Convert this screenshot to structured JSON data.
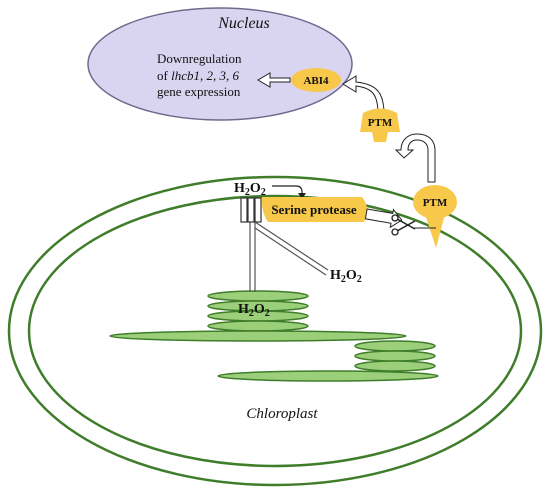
{
  "nucleus": {
    "title": "Nucleus",
    "text_line1": "Downregulation",
    "text_line2_prefix": "of ",
    "text_line2_genes": "lhcb1",
    "text_line2_sep1": ", ",
    "text_line2_n2": "2",
    "text_line2_sep2": ", ",
    "text_line2_n3": "3",
    "text_line2_sep3": ", ",
    "text_line2_n6": "6",
    "text_line3": "gene expression"
  },
  "labels": {
    "abi4": "ABI4",
    "ptm_upper": "PTM",
    "ptm_lower": "PTM",
    "serine_protease": "Serine protease",
    "h2o2_top_h": "H",
    "h2o2_top_2a": "2",
    "h2o2_top_o": "O",
    "h2o2_top_2b": "2",
    "h2o2_right_h": "H",
    "h2o2_right_2a": "2",
    "h2o2_right_o": "O",
    "h2o2_right_2b": "2",
    "h2o2_thylakoid_h": "H",
    "h2o2_thylakoid_2a": "2",
    "h2o2_thylakoid_o": "O",
    "h2o2_thylakoid_2b": "2",
    "chloroplast": "Chloroplast"
  },
  "colors": {
    "nucleus_fill": "#d9d5f1",
    "nucleus_stroke": "#6f6a8c",
    "yellow": "#f8c84a",
    "green_stroke": "#3f7d2a",
    "green_fill": "#9bcf7a",
    "line": "#555555"
  },
  "icons": {
    "scissors": "scissors-icon"
  }
}
